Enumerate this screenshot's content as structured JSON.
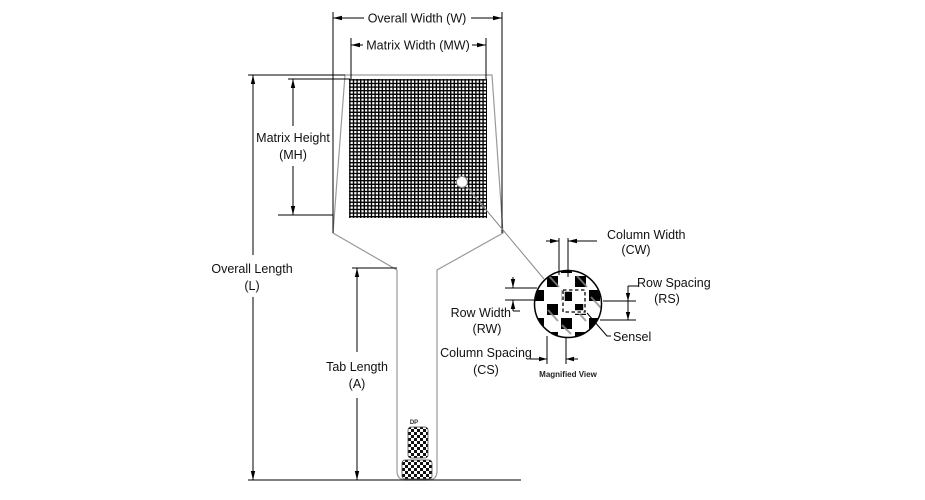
{
  "diagram": {
    "type": "sensor-dimension-drawing",
    "labels": {
      "overall_width": "Overall Width (W)",
      "matrix_width": "Matrix Width (MW)",
      "matrix_height_1": "Matrix Height",
      "matrix_height_2": "(MH)",
      "overall_length_1": "Overall Length",
      "overall_length_2": "(L)",
      "tab_length_1": "Tab Length",
      "tab_length_2": "(A)",
      "column_width_1": "Column Width",
      "column_width_2": "(CW)",
      "row_spacing_1": "Row Spacing",
      "row_spacing_2": "(RS)",
      "row_width_1": "Row Width",
      "row_width_2": "(RW)",
      "column_spacing_1": "Column Spacing",
      "column_spacing_2": "(CS)",
      "sensel": "Sensel",
      "magnified_view": "Magnified View",
      "tab_marking": "DP"
    },
    "colors": {
      "line": "#000000",
      "outline": "#9a9a9a",
      "background": "#ffffff"
    }
  }
}
